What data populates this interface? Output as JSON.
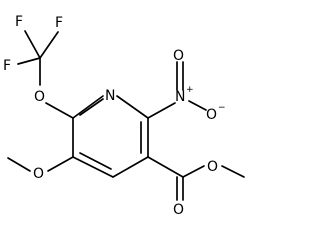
{
  "molecule": {
    "atoms": {
      "f_top_left": "F",
      "f_top_right": "F",
      "f_left": "F",
      "o_ether_trifluoromethoxy": "O",
      "n_ring": "N",
      "n_nitro": "N",
      "n_nitro_charge": "+",
      "o_nitro_top": "O",
      "o_nitro_right": "O",
      "o_nitro_charge": "−",
      "o_methoxy": "O",
      "o_ester_single": "O",
      "o_ester_double": "O"
    }
  }
}
